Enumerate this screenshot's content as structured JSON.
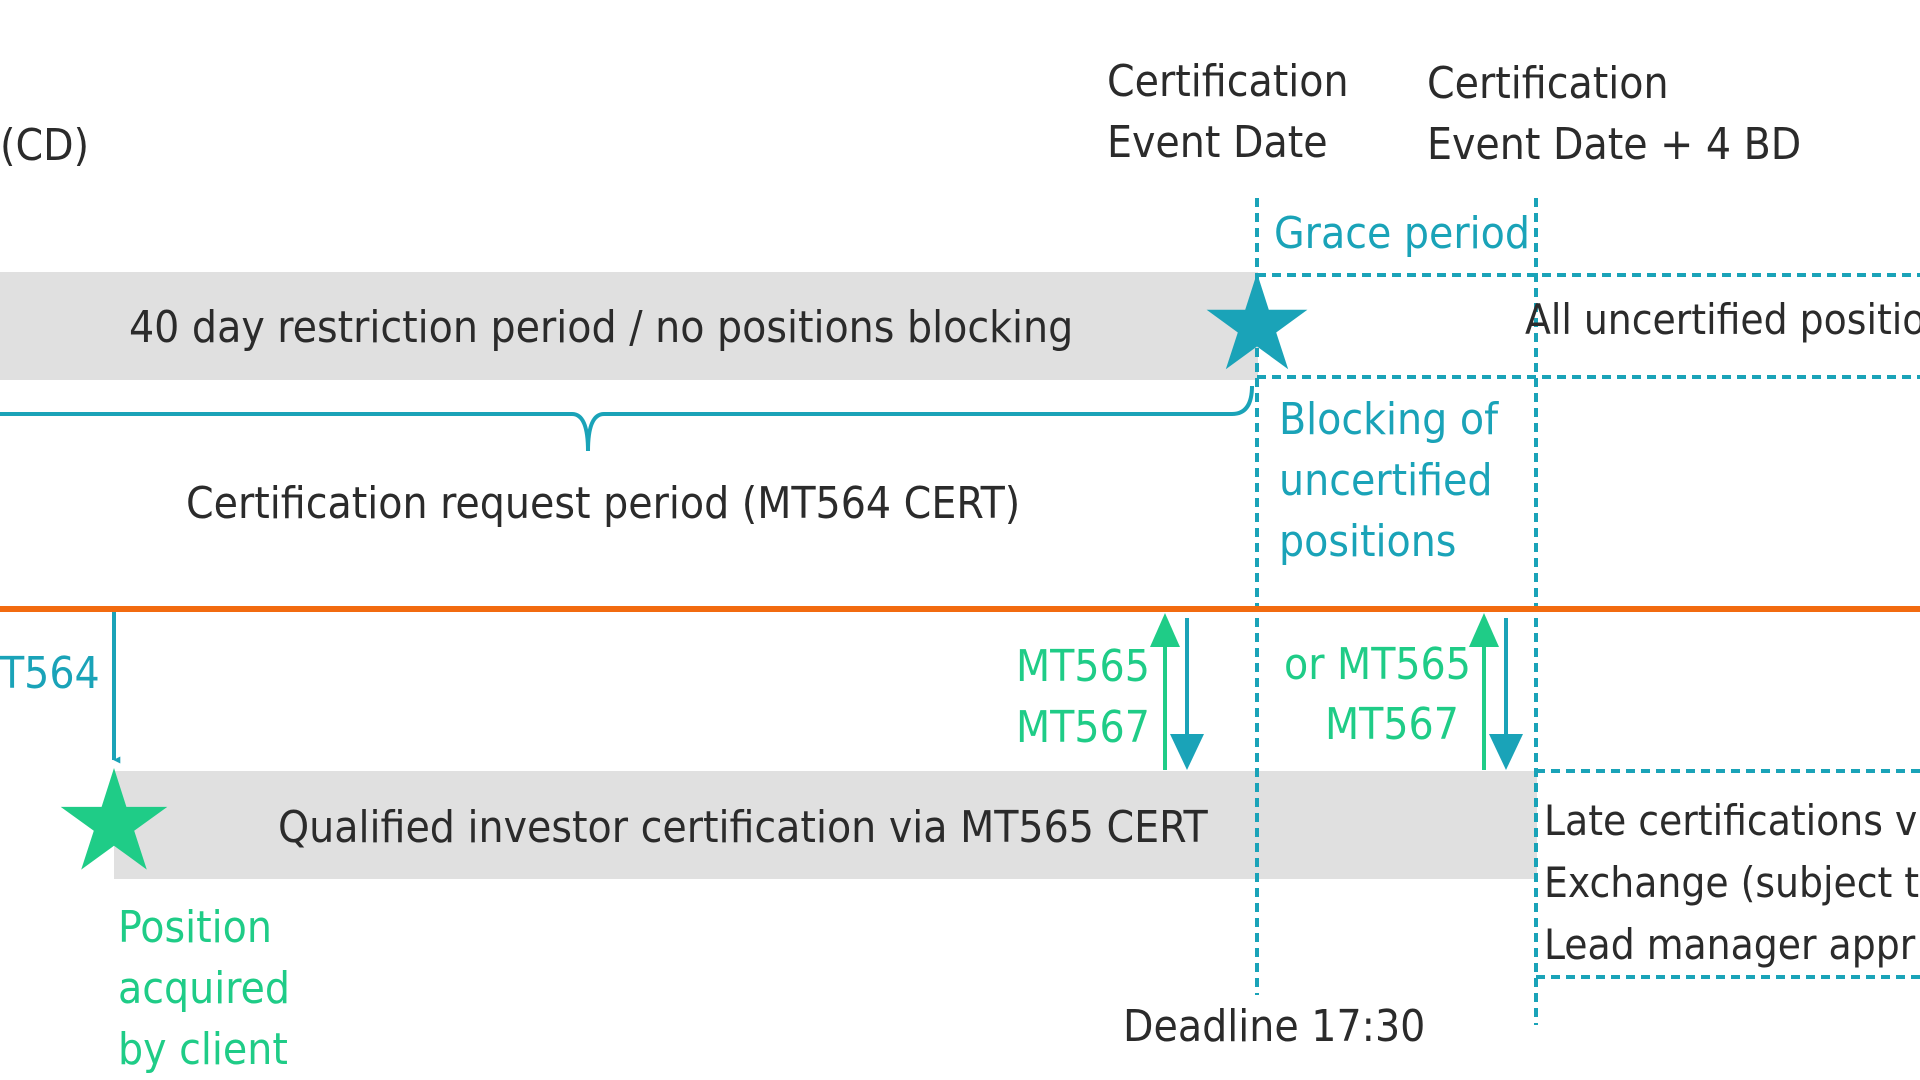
{
  "colors": {
    "teal": "#1aa3b8",
    "green": "#1fcc87",
    "orange": "#f26b10",
    "grey_band": "#e0e0e0",
    "text": "#2b2b2b"
  },
  "labels": {
    "cd_fragment": "(CD)",
    "cert_event_date": "Certification\nEvent Date",
    "cert_event_date_plus": "Certification\nEvent Date + 4 BD",
    "grace_period": "Grace period",
    "restriction_period": "40 day restriction period / no positions blocking",
    "all_uncertified": "All uncertified positio",
    "cert_request_period": "Certification request period (MT564 CERT)",
    "blocking": "Blocking of\nuncertified\npositions",
    "mt564_fragment": "T564",
    "mt565_mt567_left": "MT565\nMT567",
    "or_mt565": "or MT565",
    "mt567_right": "MT567",
    "qualified_investor": "Qualified investor certification via MT565 CERT",
    "late_certifications": "Late certifications v\nExchange (subject t\nLead manager appr",
    "position_acquired": "Position\nacquired\nby client",
    "deadline": "Deadline 17:30"
  },
  "icons": {
    "teal_star": "star-icon",
    "green_star": "star-icon"
  }
}
